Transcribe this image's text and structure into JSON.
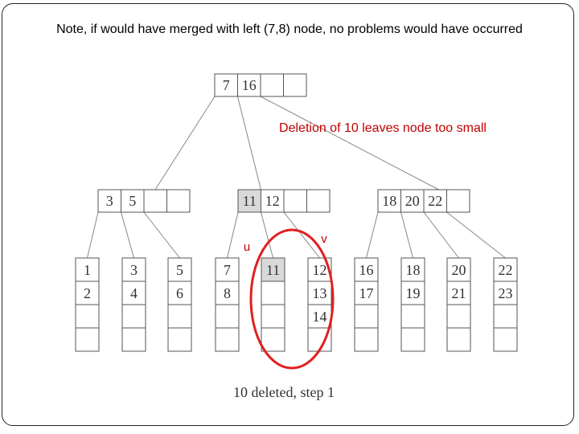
{
  "title": "Note, if would have merged with left  (7,8) node, no problems would have occurred",
  "annotation": "Deletion of 10 leaves node too small",
  "label_u": "u",
  "label_v": "v",
  "caption": "10 deleted, step 1",
  "colors": {
    "annotation": "#c00000",
    "highlight": "#d9d9d9",
    "outline": "#555555",
    "ellipse": "#e02020"
  },
  "root": {
    "keys": [
      "7",
      "16",
      "",
      ""
    ]
  },
  "internal": [
    {
      "keys": [
        "3",
        "5",
        "",
        ""
      ],
      "highlight": false
    },
    {
      "keys": [
        "11",
        "12",
        "",
        ""
      ],
      "highlight": true
    },
    {
      "keys": [
        "18",
        "20",
        "22",
        ""
      ],
      "highlight": false
    }
  ],
  "leaves": [
    {
      "keys": [
        "1",
        "2",
        "",
        ""
      ],
      "highlight": false
    },
    {
      "keys": [
        "3",
        "4",
        "",
        ""
      ],
      "highlight": false
    },
    {
      "keys": [
        "5",
        "6",
        "",
        ""
      ],
      "highlight": false
    },
    {
      "keys": [
        "7",
        "8",
        "",
        ""
      ],
      "highlight": false
    },
    {
      "keys": [
        "11",
        "",
        "",
        ""
      ],
      "highlight": true
    },
    {
      "keys": [
        "12",
        "13",
        "14",
        ""
      ],
      "highlight": false
    },
    {
      "keys": [
        "16",
        "17",
        "",
        ""
      ],
      "highlight": false
    },
    {
      "keys": [
        "18",
        "19",
        "",
        ""
      ],
      "highlight": false
    },
    {
      "keys": [
        "20",
        "21",
        "",
        ""
      ],
      "highlight": false
    },
    {
      "keys": [
        "22",
        "23",
        "",
        ""
      ],
      "highlight": false
    }
  ]
}
